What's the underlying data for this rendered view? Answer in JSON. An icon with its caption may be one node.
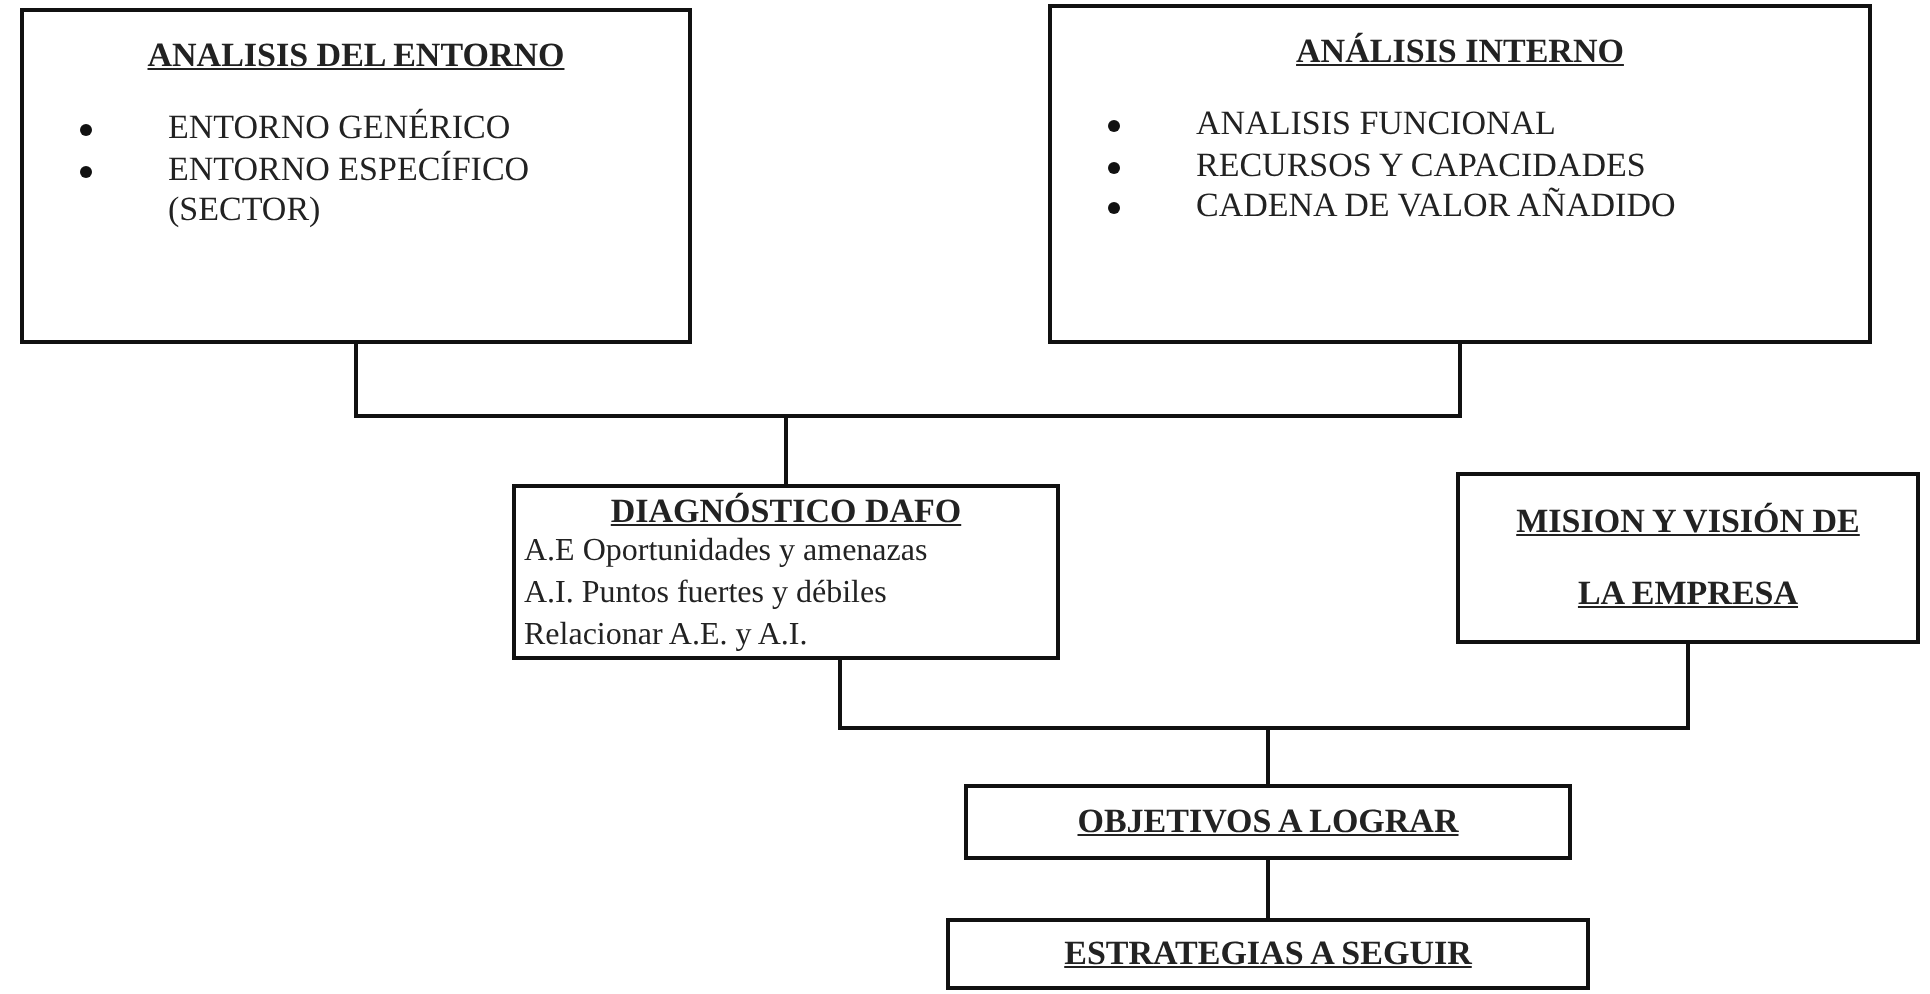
{
  "diagram": {
    "nodes": [
      {
        "text": [
          "ANALISIS DEL ENTORNO",
          "ENTORNO GENÉRICO",
          "ENTORNO ESPECÍFICO (SECTOR)"
        ]
      },
      {
        "text": [
          "ANÁLISIS INTERNO",
          "ANALISIS FUNCIONAL",
          "RECURSOS Y CAPACIDADES",
          "CADENA DE VALOR AÑADIDO"
        ]
      },
      {
        "text": [
          "DIAGNÓSTICO DAFO",
          "A.E Oportunidades y amenazas",
          "A.I. Puntos fuertes y débiles",
          "Relacionar A.E. y A.I."
        ]
      },
      {
        "text": [
          "MISION Y VISIÓN DE LA EMPRESA"
        ]
      },
      {
        "text": [
          "OBJETIVOS A LOGRAR"
        ]
      },
      {
        "text": [
          "ESTRATEGIAS A SEGUIR"
        ]
      }
    ],
    "edges": [
      {
        "from": 0,
        "to": 2,
        "arrow": "none"
      },
      {
        "from": 1,
        "to": 2,
        "arrow": "none"
      },
      {
        "from": 2,
        "to": 4,
        "arrow": "none"
      },
      {
        "from": 3,
        "to": 4,
        "arrow": "none"
      },
      {
        "from": 4,
        "to": 5,
        "arrow": "none"
      }
    ]
  }
}
